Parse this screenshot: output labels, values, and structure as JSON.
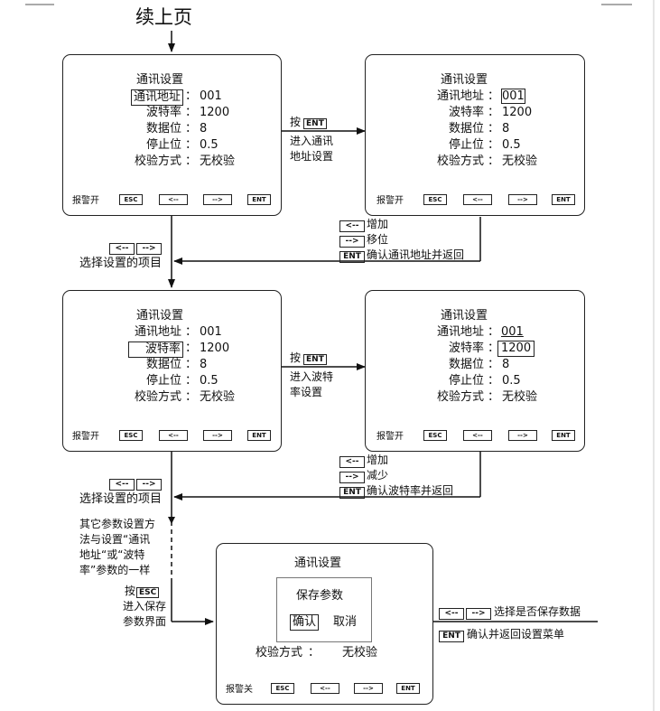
{
  "header": {
    "title": "续上页"
  },
  "screens": [
    {
      "id": "s1",
      "title": "通讯设置",
      "rows": [
        {
          "label": "通讯地址",
          "value": "001"
        },
        {
          "label": "波特率",
          "value": "1200"
        },
        {
          "label": "数据位",
          "value": "8"
        },
        {
          "label": "停止位",
          "value": "0.5"
        },
        {
          "label": "校验方式",
          "value": "无校验"
        }
      ],
      "status": "报警开",
      "keys": [
        "ESC",
        "<--",
        "-->",
        "ENT"
      ]
    },
    {
      "id": "s2",
      "title": "通讯设置",
      "rows": [
        {
          "label": "通讯地址",
          "value": "001"
        },
        {
          "label": "波特率",
          "value": "1200"
        },
        {
          "label": "数据位",
          "value": "8"
        },
        {
          "label": "停止位",
          "value": "0.5"
        },
        {
          "label": "校验方式",
          "value": "无校验"
        }
      ],
      "status": "报警开",
      "keys": [
        "ESC",
        "<--",
        "-->",
        "ENT"
      ]
    },
    {
      "id": "s3",
      "title": "通讯设置",
      "rows": [
        {
          "label": "通讯地址",
          "value": "001"
        },
        {
          "label": "波特率",
          "value": "1200"
        },
        {
          "label": "数据位",
          "value": "8"
        },
        {
          "label": "停止位",
          "value": "0.5"
        },
        {
          "label": "校验方式",
          "value": "无校验"
        }
      ],
      "status": "报警开",
      "keys": [
        "ESC",
        "<--",
        "-->",
        "ENT"
      ]
    },
    {
      "id": "s4",
      "title": "通讯设置",
      "rows": [
        {
          "label": "通讯地址",
          "value": "001"
        },
        {
          "label": "波特率",
          "value": "1200"
        },
        {
          "label": "数据位",
          "value": "8"
        },
        {
          "label": "停止位",
          "value": "0.5"
        },
        {
          "label": "校验方式",
          "value": "无校验"
        }
      ],
      "status": "报警开",
      "keys": [
        "ESC",
        "<--",
        "-->",
        "ENT"
      ]
    },
    {
      "id": "s5",
      "title": "通讯设置",
      "dialog_title": "保存参数",
      "confirm": "确认",
      "cancel": "取消",
      "row_label": "校验方式",
      "row_value": "无校验",
      "status": "报警关",
      "keys": [
        "ESC",
        "<--",
        "-->",
        "ENT"
      ]
    }
  ],
  "colon": "：",
  "arrow_labels": {
    "press": "按",
    "ent": "ENT",
    "esc": "ESC",
    "a1_line1": "进入通讯",
    "a1_line2": "地址设置",
    "a2_line1": "进入波特",
    "a2_line2": "率设置",
    "a3_line1": "进入保存",
    "a3_line2": "参数界面"
  },
  "notes": {
    "left_key": "<--",
    "right_key": "-->",
    "ent_key": "ENT",
    "n1_inc": "增加",
    "n1_move": "移位",
    "n1_ret": "确认通讯地址并返回",
    "n2_inc": "增加",
    "n2_dec": "减少",
    "n2_ret": "确认波特率并返回",
    "select_item": "选择设置的项目",
    "other_1": "其它参数设置方",
    "other_2": "法与设置“通讯",
    "other_3": "地址“或“波特",
    "other_4": "率”参数的一样",
    "save_select": "选择是否保存数据",
    "save_ret": "确认并返回设置菜单"
  }
}
